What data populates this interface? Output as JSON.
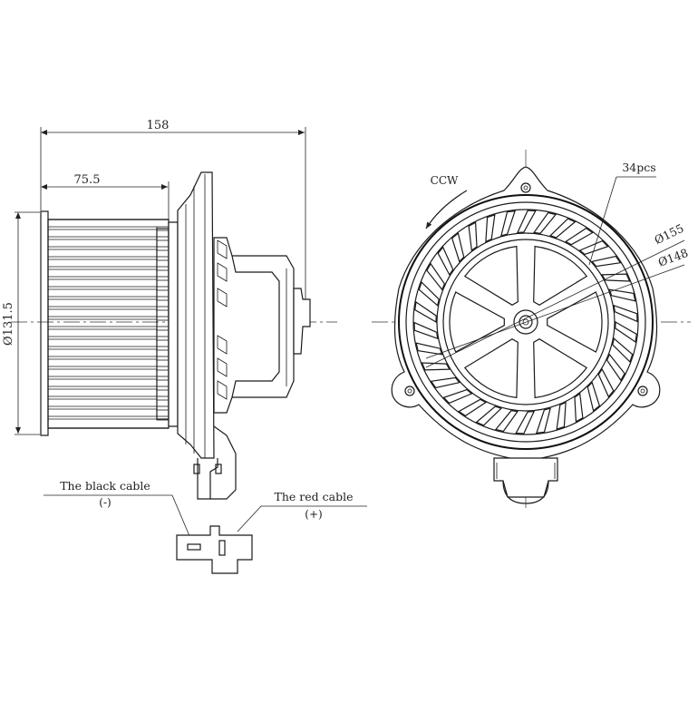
{
  "dimensions": {
    "overall_length": "158",
    "fan_length": "75.5",
    "fan_diameter": "Ø131.5",
    "outer_diameter": "Ø155",
    "inner_diameter": "Ø148",
    "blade_count": "34pcs",
    "rotation": "CCW"
  },
  "connector": {
    "black_cable_label": "The black cable",
    "black_cable_polarity": "(-)",
    "red_cable_label": "The red cable",
    "red_cable_polarity": "(+)"
  }
}
